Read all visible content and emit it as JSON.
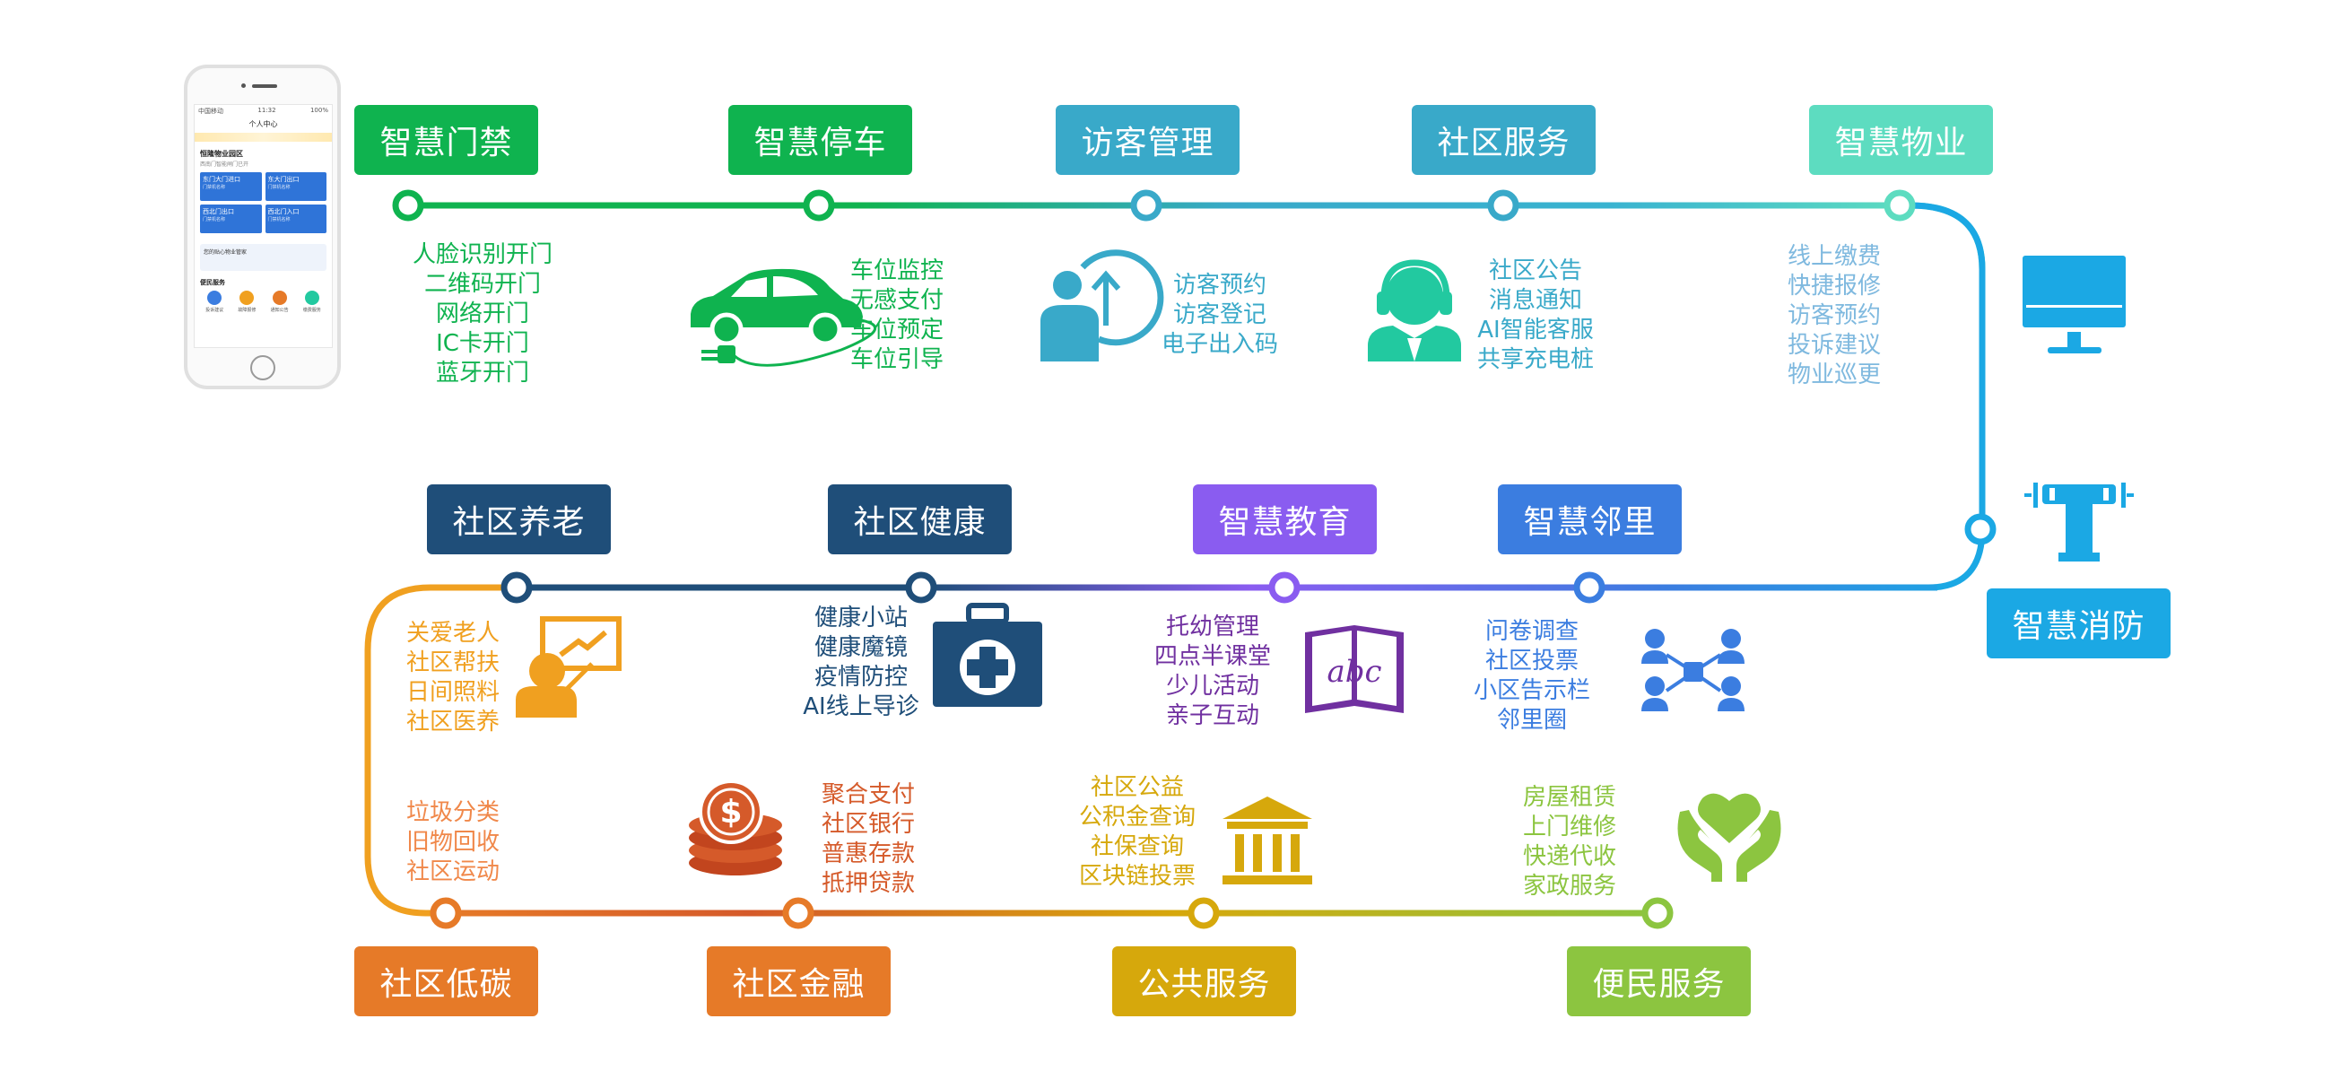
{
  "colors": {
    "green": "#0fb34f",
    "teal": "#39a9c9",
    "mint": "#5ddcc0",
    "cyan": "#1ba8e4",
    "navy": "#1f4e79",
    "purple": "#8a5cf0",
    "blue": "#3b7de0",
    "orange": "#e67a28",
    "rust": "#d55a2a",
    "gold": "#d6a80c",
    "lime": "#8cc540",
    "amber": "#f0a020"
  },
  "phone": {
    "status_left": "中国移动",
    "status_time": "11:32",
    "status_right": "100%",
    "title": "个人中心",
    "community": "恒隆物业园区",
    "community_sub": "西南门智能闸门已开",
    "doors": [
      {
        "label": "东门大门进口",
        "sub": "门禁机名称"
      },
      {
        "label": "东大门出口",
        "sub": "门禁机名称"
      },
      {
        "label": "西北门出口",
        "sub": "门禁机名称"
      },
      {
        "label": "西北门入口",
        "sub": "门禁机名称"
      }
    ],
    "ad": "您的贴心物业管家",
    "services_title": "便民服务",
    "services": [
      "投诉建议",
      "故障报修",
      "通知公告",
      "缴费服务"
    ]
  },
  "modules": [
    {
      "id": "access",
      "title": "智慧门禁",
      "items": [
        "人脸识别开门",
        "二维码开门",
        "网络开门",
        "IC卡开门",
        "蓝牙开门"
      ]
    },
    {
      "id": "parking",
      "title": "智慧停车",
      "items": [
        "车位监控",
        "无感支付",
        "车位预定",
        "车位引导"
      ]
    },
    {
      "id": "visitor",
      "title": "访客管理",
      "items": [
        "访客预约",
        "访客登记",
        "电子出入码"
      ]
    },
    {
      "id": "community",
      "title": "社区服务",
      "items": [
        "社区公告",
        "消息通知",
        "AI智能客服",
        "共享充电桩"
      ]
    },
    {
      "id": "property",
      "title": "智慧物业",
      "items": [
        "线上缴费",
        "快捷报修",
        "访客预约",
        "投诉建议",
        "物业巡更"
      ]
    },
    {
      "id": "fire",
      "title": "智慧消防",
      "items": []
    },
    {
      "id": "elderly",
      "title": "社区养老",
      "items": [
        "关爱老人",
        "社区帮扶",
        "日间照料",
        "社区医养"
      ]
    },
    {
      "id": "health",
      "title": "社区健康",
      "items": [
        "健康小站",
        "健康魔镜",
        "疫情防控",
        "AI线上导诊"
      ]
    },
    {
      "id": "education",
      "title": "智慧教育",
      "items": [
        "托幼管理",
        "四点半课堂",
        "少儿活动",
        "亲子互动"
      ]
    },
    {
      "id": "neighbor",
      "title": "智慧邻里",
      "items": [
        "问卷调查",
        "社区投票",
        "小区告示栏",
        "邻里圈"
      ]
    },
    {
      "id": "lowcarbon",
      "title": "社区低碳",
      "items": [
        "垃圾分类",
        "旧物回收",
        "社区运动"
      ]
    },
    {
      "id": "finance",
      "title": "社区金融",
      "items": [
        "聚合支付",
        "社区银行",
        "普惠存款",
        "抵押贷款"
      ]
    },
    {
      "id": "public",
      "title": "公共服务",
      "items": [
        "社区公益",
        "公积金查询",
        "社保查询",
        "区块链投票"
      ]
    },
    {
      "id": "convenience",
      "title": "便民服务",
      "items": [
        "房屋租赁",
        "上门维修",
        "快递代收",
        "家政服务"
      ]
    }
  ],
  "icons": {
    "parking": "electric-car-icon",
    "visitor": "visitor-upload-icon",
    "community": "customer-service-icon",
    "property": "monitor-icon",
    "fire": "fire-hydrant-icon",
    "elderly": "teacher-presentation-icon",
    "health": "medical-kit-icon",
    "education": "abc-book-icon",
    "neighbor": "network-people-icon",
    "finance": "coin-stack-icon",
    "public": "bank-building-icon",
    "convenience": "heart-hands-icon"
  }
}
